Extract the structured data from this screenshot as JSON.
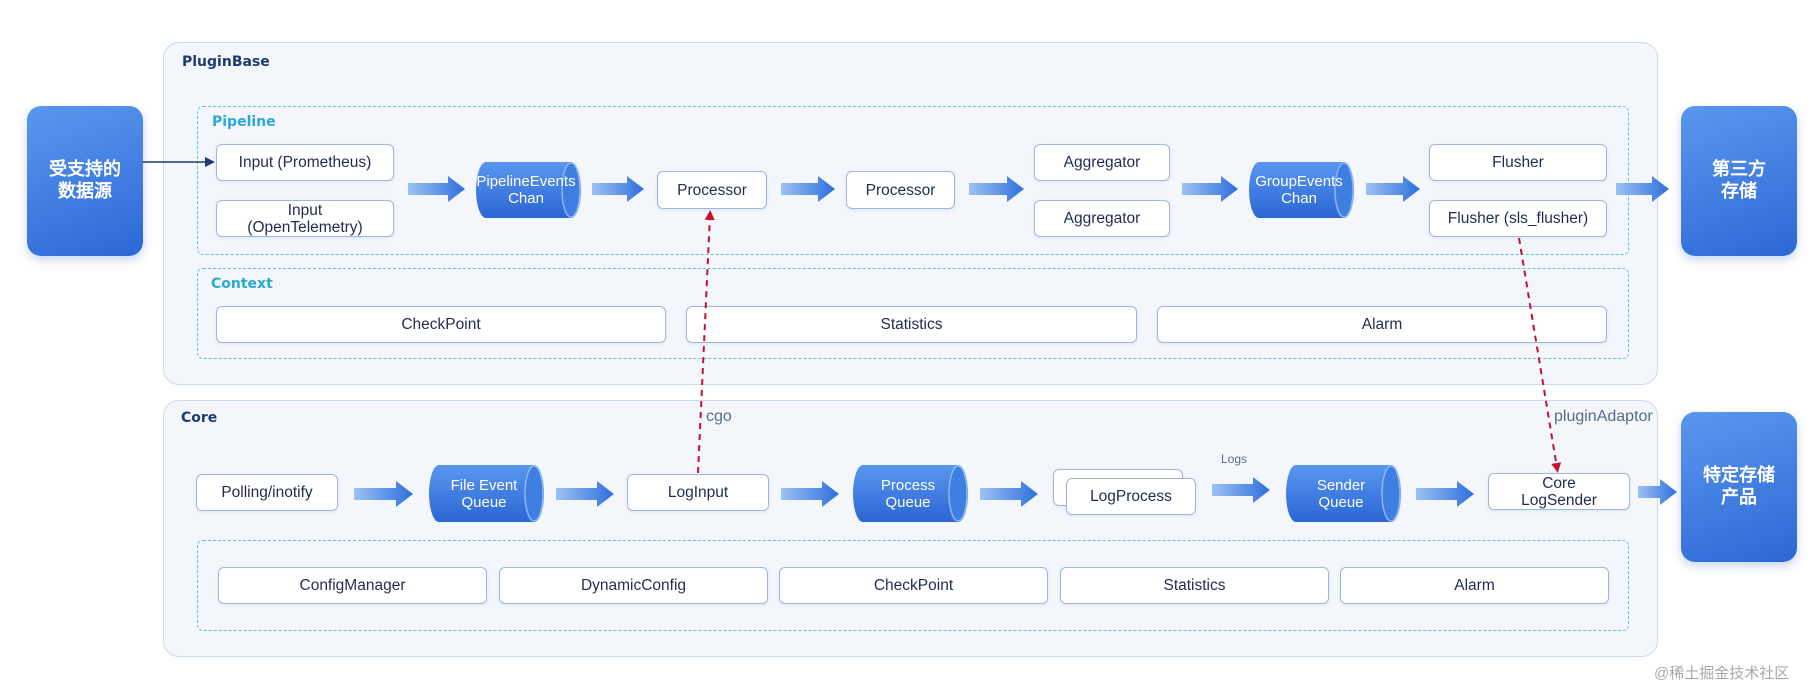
{
  "sources": {
    "label": "受支持的\n数据源"
  },
  "plugin_base": {
    "title": "PluginBase",
    "pipeline": {
      "title": "Pipeline",
      "inputs": [
        "Input (Prometheus)",
        "Input\n(OpenTelemetry)"
      ],
      "pipeline_events_chan": "PipelineEvents\nChan",
      "processors": [
        "Processor",
        "Processor"
      ],
      "aggregators": [
        "Aggregator",
        "Aggregator"
      ],
      "group_events_chan": "GroupEvents\nChan",
      "flushers": [
        "Flusher",
        "Flusher (sls_flusher)"
      ]
    },
    "context": {
      "title": "Context",
      "items": [
        "CheckPoint",
        "Statistics",
        "Alarm"
      ]
    }
  },
  "third_party": {
    "label": "第三方\n存储"
  },
  "core": {
    "title": "Core",
    "polling": "Polling/inotify",
    "file_event_queue": "File Event\nQueue",
    "log_input": "LogInput",
    "process_queue": "Process\nQueue",
    "log_process": "LogProcess",
    "logs_label": "Logs",
    "sender_queue": "Sender\nQueue",
    "core_log_sender": "Core\nLogSender",
    "items": [
      "ConfigManager",
      "DynamicConfig",
      "CheckPoint",
      "Statistics",
      "Alarm"
    ]
  },
  "specific_storage": {
    "label": "特定存储\n产品"
  },
  "links": {
    "cgo": "cgo",
    "plugin_adaptor": "pluginAdaptor"
  },
  "colors": {
    "accent": "#2c68d6",
    "dashed_link": "#c8102e",
    "cyan": "#29a9d8"
  },
  "watermark": "@稀土掘金技术社区"
}
